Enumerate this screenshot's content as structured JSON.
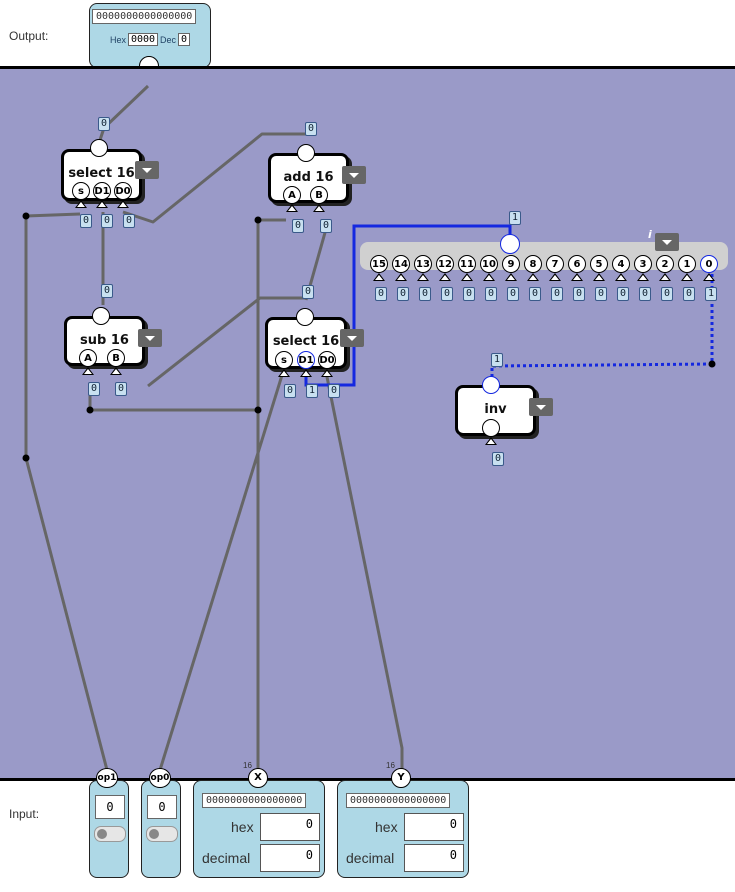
{
  "output_label": "Output:",
  "input_label": "Input:",
  "output_panel": {
    "bits": "0000000000000000",
    "hex_label": "Hex",
    "hex_value": "0000",
    "dec_label": "Dec",
    "dec_value": "0"
  },
  "bus_width": "16",
  "components": {
    "select_top": {
      "title": "select 16",
      "pins": [
        "s",
        "D1",
        "D0"
      ]
    },
    "add": {
      "title": "add 16",
      "pins": [
        "A",
        "B"
      ]
    },
    "sub": {
      "title": "sub 16",
      "pins": [
        "A",
        "B"
      ]
    },
    "select_mid": {
      "title": "select 16",
      "pins": [
        "s",
        "D1",
        "D0"
      ]
    },
    "inv": {
      "title": "inv"
    },
    "info_glyph": "i"
  },
  "splitter": {
    "bits": [
      "15",
      "14",
      "13",
      "12",
      "11",
      "10",
      "9",
      "8",
      "7",
      "6",
      "5",
      "4",
      "3",
      "2",
      "1",
      "0"
    ],
    "values": [
      "0",
      "0",
      "0",
      "0",
      "0",
      "0",
      "0",
      "0",
      "0",
      "0",
      "0",
      "0",
      "0",
      "0",
      "0",
      "1"
    ]
  },
  "wire_values": {
    "out": "0",
    "sel_top_in": "0",
    "sel_top_s": "0",
    "sel_top_d1": "0",
    "sel_top_d0": "0",
    "add_out": "0",
    "add_a": "0",
    "add_b": "0",
    "sub_out": "0",
    "sub_a": "0",
    "sub_b": "0",
    "sel_mid_out": "0",
    "sel_mid_s": "0",
    "sel_mid_d1": "1",
    "sel_mid_d0": "0",
    "split_in": "1",
    "inv_in": "1",
    "inv_out": "0"
  },
  "inputs": {
    "op1": {
      "name": "op1",
      "value": "0"
    },
    "op0": {
      "name": "op0",
      "value": "0"
    },
    "x": {
      "name": "X",
      "bits": "0000000000000000",
      "hex_label": "hex",
      "hex_value": "0",
      "dec_label": "decimal",
      "dec_value": "0"
    },
    "y": {
      "name": "Y",
      "bits": "0000000000000000",
      "hex_label": "hex",
      "hex_value": "0",
      "dec_label": "decimal",
      "dec_value": "0"
    }
  },
  "colors": {
    "canvas": "#9a9ac8",
    "wire": "#666666",
    "bus_active": "#1428e0",
    "panel": "#aed8e6"
  }
}
